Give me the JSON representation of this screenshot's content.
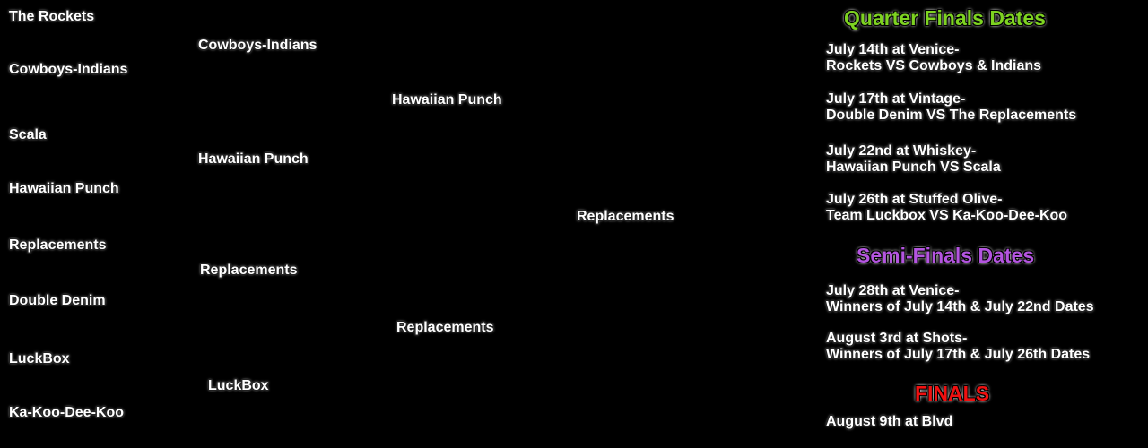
{
  "bracket": {
    "round1": [
      "The Rockets",
      "Cowboys-Indians",
      "Scala",
      "Hawaiian Punch",
      "Replacements",
      "Double Denim",
      "LuckBox",
      "Ka-Koo-Dee-Koo"
    ],
    "round2": [
      "Cowboys-Indians",
      "Hawaiian Punch",
      "Replacements",
      "LuckBox"
    ],
    "round3": [
      "Hawaiian Punch",
      "Replacements"
    ],
    "round4": [
      "Replacements"
    ]
  },
  "schedule": {
    "quarter_title": "Quarter Finals Dates",
    "quarter": [
      {
        "line1": "July 14th at Venice-",
        "line2": "Rockets VS Cowboys & Indians"
      },
      {
        "line1": "July 17th at Vintage-",
        "line2": "Double Denim VS The Replacements"
      },
      {
        "line1": "July 22nd at Whiskey-",
        "line2": "Hawaiian Punch VS Scala"
      },
      {
        "line1": "July 26th at Stuffed Olive-",
        "line2": "Team Luckbox VS Ka-Koo-Dee-Koo"
      }
    ],
    "semi_title": "Semi-Finals Dates",
    "semi": [
      {
        "line1": "July 28th at Venice-",
        "line2": "Winners of July 14th & July 22nd Dates"
      },
      {
        "line1": "August 3rd at Shots-",
        "line2": "Winners of July 17th & July 26th Dates"
      }
    ],
    "finals_title": "FINALS",
    "finals": [
      {
        "line1": "August 9th at Blvd"
      }
    ]
  },
  "colors": {
    "quarter_title": "#7ED321",
    "semi_title": "#B455E0",
    "finals_title": "#F01010",
    "text": "#FFFFFF",
    "background": "#000000"
  }
}
